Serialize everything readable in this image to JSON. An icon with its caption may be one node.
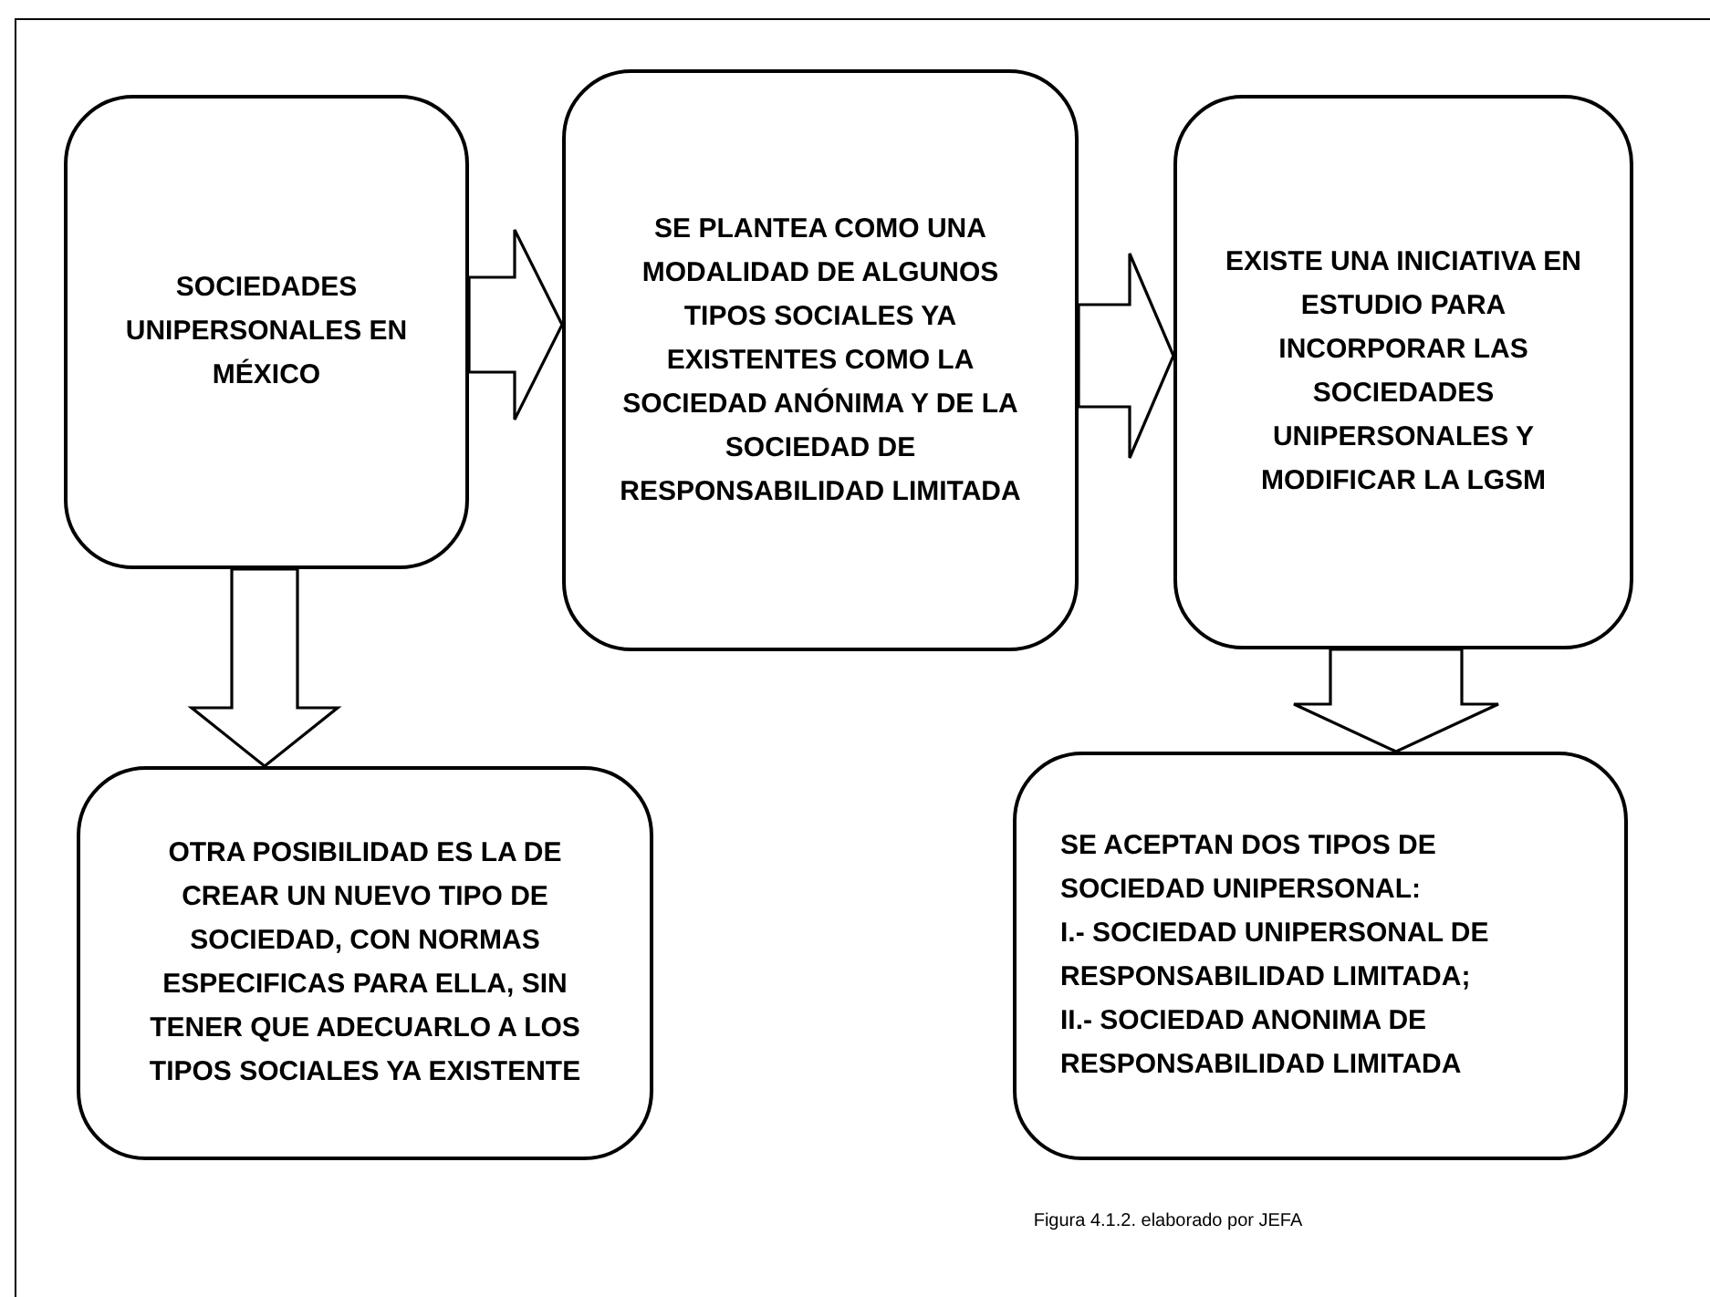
{
  "diagram": {
    "caption": "Figura 4.1.2. elaborado por JEFA",
    "nodes": [
      {
        "text": [
          "SOCIEDADES UNIPERSONALES EN MÉXICO"
        ]
      },
      {
        "text": [
          "SE PLANTEA COMO UNA MODALIDAD DE ALGUNOS TIPOS SOCIALES YA EXISTENTES COMO LA SOCIEDAD ANÓNIMA Y DE LA SOCIEDAD DE RESPONSABILIDAD LIMITADA"
        ]
      },
      {
        "text": [
          "EXISTE UNA INICIATIVA EN ESTUDIO PARA INCORPORAR LAS SOCIEDADES UNIPERSONALES Y MODIFICAR LA  LGSM"
        ]
      },
      {
        "text": [
          "OTRA POSIBILIDAD ES LA DE CREAR UN NUEVO TIPO DE SOCIEDAD, CON NORMAS ESPECIFICAS PARA ELLA, SIN TENER QUE ADECUARLO A LOS TIPOS SOCIALES YA EXISTENTE"
        ]
      },
      {
        "text": [
          "SE ACEPTAN DOS TIPOS DE SOCIEDAD UNIPERSONAL:",
          "I.- SOCIEDAD UNIPERSONAL DE RESPONSABILIDAD LIMITADA;",
          "II.- SOCIEDAD ANONIMA DE RESPONSABILIDAD LIMITADA"
        ]
      }
    ],
    "edges": [
      {
        "from": 0,
        "to": 1,
        "arrow": "to"
      },
      {
        "from": 1,
        "to": 2,
        "arrow": "to"
      },
      {
        "from": 0,
        "to": 3,
        "arrow": "to"
      },
      {
        "from": 2,
        "to": 4,
        "arrow": "to"
      }
    ]
  }
}
